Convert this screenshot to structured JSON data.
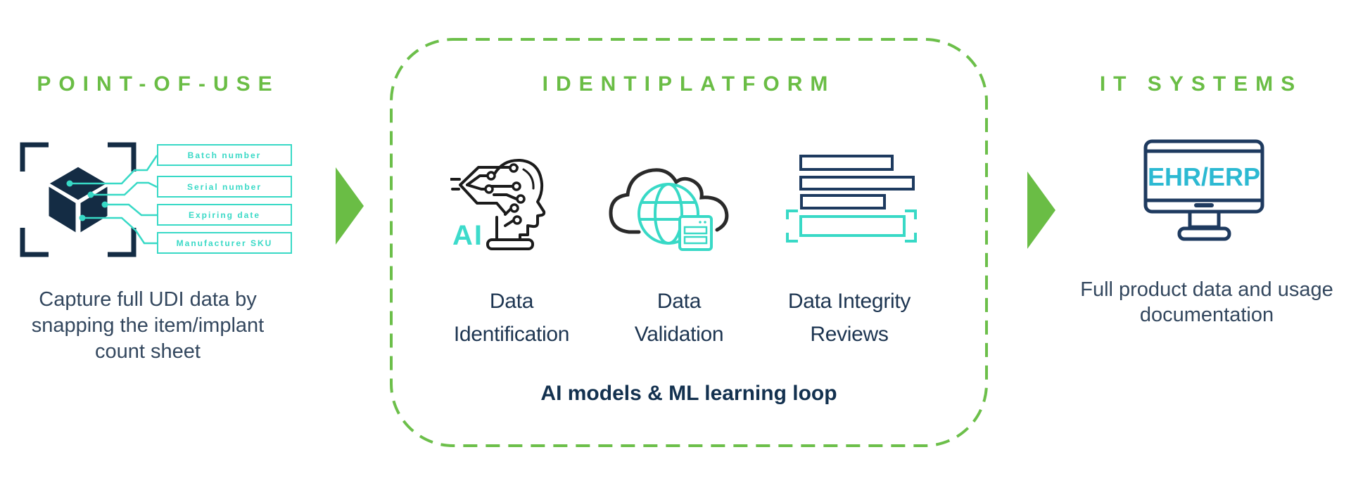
{
  "colors": {
    "green": "#6abd45",
    "navy": "#16304a",
    "teal": "#38d9c6",
    "cyan": "#2cb9d2",
    "text_dark": "#33475e"
  },
  "point_of_use": {
    "title": "POINT-OF-USE",
    "icon": "scan-cube-icon",
    "fields": [
      "Batch number",
      "Serial number",
      "Expiring date",
      "Manufacturer SKU"
    ],
    "caption_lines": [
      "Capture full UDI data by",
      "snapping the item/implant",
      "count sheet"
    ]
  },
  "platform": {
    "title": "IDENTIPLATFORM",
    "features": [
      {
        "icon": "ai-head-icon",
        "icon_label": "AI",
        "label_lines": [
          "Data",
          "Identification"
        ]
      },
      {
        "icon": "cloud-globe-icon",
        "label_lines": [
          "Data",
          "Validation"
        ]
      },
      {
        "icon": "data-bars-icon",
        "label_lines": [
          "Data Integrity",
          "Reviews"
        ]
      }
    ],
    "footer": "AI models & ML learning loop"
  },
  "it_systems": {
    "title": "IT SYSTEMS",
    "icon": "monitor-icon",
    "screen_label": "EHR/ERP",
    "caption_lines": [
      "Full product data and usage",
      "documentation"
    ]
  }
}
